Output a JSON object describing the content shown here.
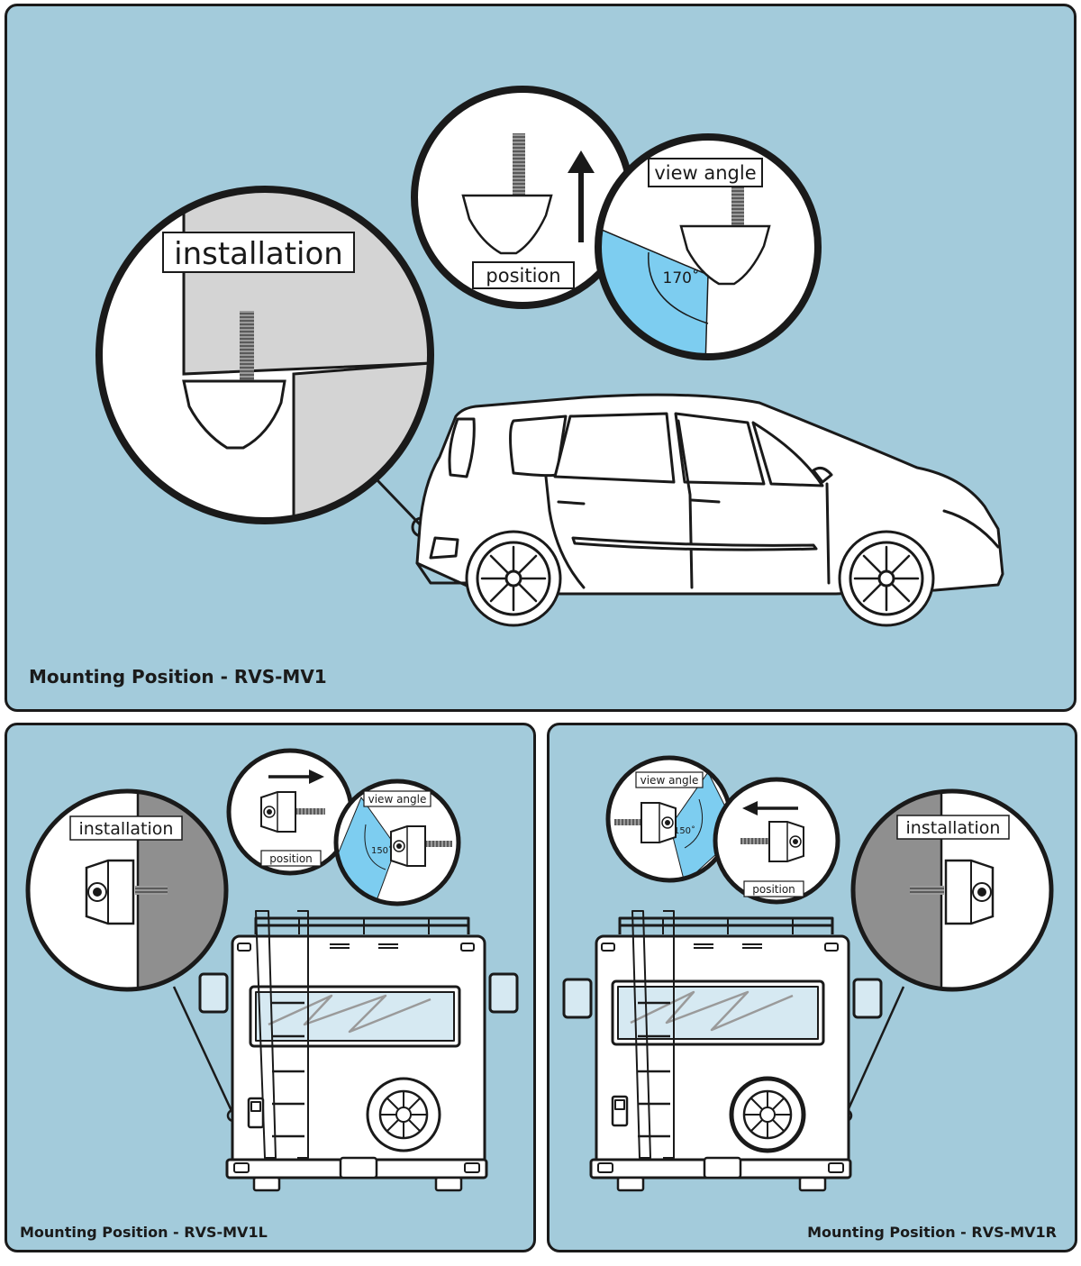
{
  "top_panel": {
    "caption": "Mounting Position - RVS-MV1",
    "installation_label": "installation",
    "position_label": "position",
    "view_angle_label": "view angle",
    "angle_value": "170˚"
  },
  "left_panel": {
    "caption": "Mounting Position - RVS-MV1L",
    "installation_label": "installation",
    "position_label": "position",
    "view_angle_label": "view angle",
    "angle_value": "150˚"
  },
  "right_panel": {
    "caption": "Mounting Position - RVS-MV1R",
    "installation_label": "installation",
    "position_label": "position",
    "view_angle_label": "view angle",
    "angle_value": "150˚"
  },
  "colors": {
    "panel_background": "#a3cbdb",
    "view_angle_fill": "#7dcdf0",
    "mount_surface": "#d4d4d4",
    "mount_surface_dark": "#8f8f8f",
    "outline": "#1a1a1a"
  }
}
